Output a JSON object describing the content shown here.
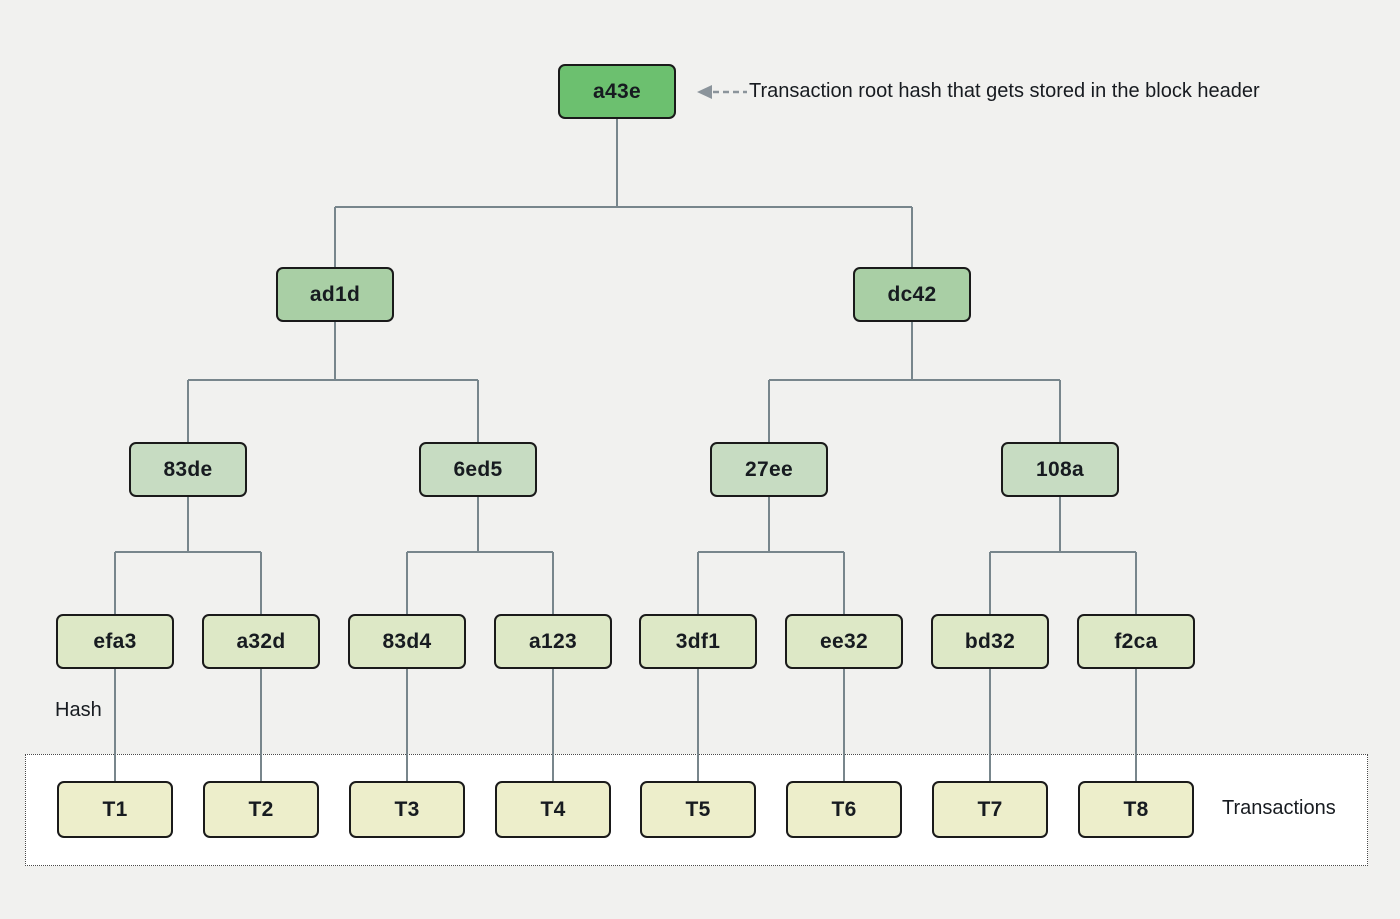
{
  "diagram": {
    "annotation": "Transaction root hash that gets stored in the block header",
    "hash_label": "Hash",
    "transactions_label": "Transactions",
    "nodes": {
      "root": "a43e",
      "level2": [
        "ad1d",
        "dc42"
      ],
      "level3": [
        "83de",
        "6ed5",
        "27ee",
        "108a"
      ],
      "level4": [
        "efa3",
        "a32d",
        "83d4",
        "a123",
        "3df1",
        "ee32",
        "bd32",
        "f2ca"
      ],
      "transactions": [
        "T1",
        "T2",
        "T3",
        "T4",
        "T5",
        "T6",
        "T7",
        "T8"
      ]
    },
    "colors": {
      "background": "#f1f1ef",
      "root": "#6cc06f",
      "level2": "#a9cfa5",
      "level3": "#c7dcc2",
      "level4": "#dde8c6",
      "transaction": "#edeecb",
      "connector": "#78868c",
      "arrow": "#8b949b",
      "node_border": "#1a1a1a",
      "text": "#171b20",
      "container_border": "#4a4a4a"
    }
  }
}
